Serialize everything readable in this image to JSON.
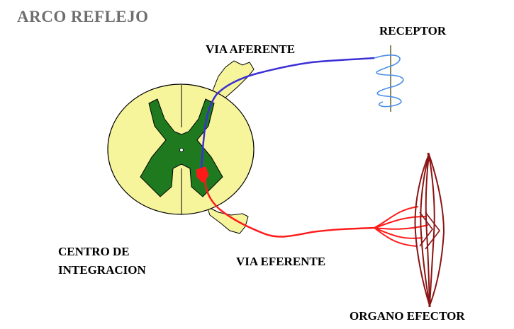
{
  "title": "ARCO REFLEJO",
  "labels": {
    "receptor": "RECEPTOR",
    "via_aferente": "VIA AFERENTE",
    "centro_line1": "CENTRO DE",
    "centro_line2": "INTEGRACION",
    "via_eferente": "VIA EFERENTE",
    "organo_efector": "ORGANO EFECTOR"
  },
  "colors": {
    "spinal_cord": "#f7f59c",
    "gray_matter": "#1f7a1f",
    "nerve_root": "#f7f59c",
    "afferent_path": "#3b2fd6",
    "efferent_path": "#ff1a1a",
    "receptor": "#4a8ee6",
    "receptor_stem": "#8a8a62",
    "effector": "#8b1414",
    "outline": "#000000"
  }
}
